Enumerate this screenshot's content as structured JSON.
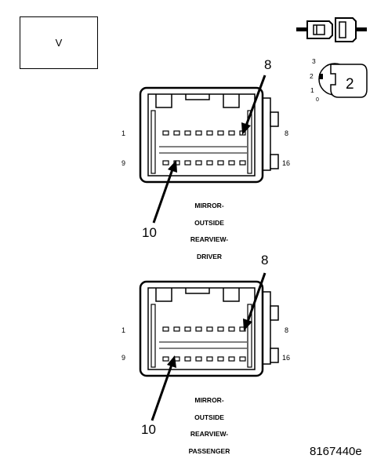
{
  "view_box": {
    "label": "V"
  },
  "key_position": {
    "marks": [
      "3",
      "2",
      "1",
      "0"
    ],
    "number": "2"
  },
  "connectors": [
    {
      "name_lines": [
        "MIRROR-",
        "OUTSIDE",
        "REARVIEW-",
        "DRIVER"
      ],
      "pin_labels": {
        "top_left": "1",
        "top_right": "8",
        "bottom_left": "9",
        "bottom_right": "16"
      },
      "callouts": {
        "top": "8",
        "bottom": "10"
      }
    },
    {
      "name_lines": [
        "MIRROR-",
        "OUTSIDE",
        "REARVIEW-",
        "PASSENGER"
      ],
      "pin_labels": {
        "top_left": "1",
        "top_right": "8",
        "bottom_left": "9",
        "bottom_right": "16"
      },
      "callouts": {
        "top": "8",
        "bottom": "10"
      }
    }
  ],
  "figure_number": "8167440e"
}
